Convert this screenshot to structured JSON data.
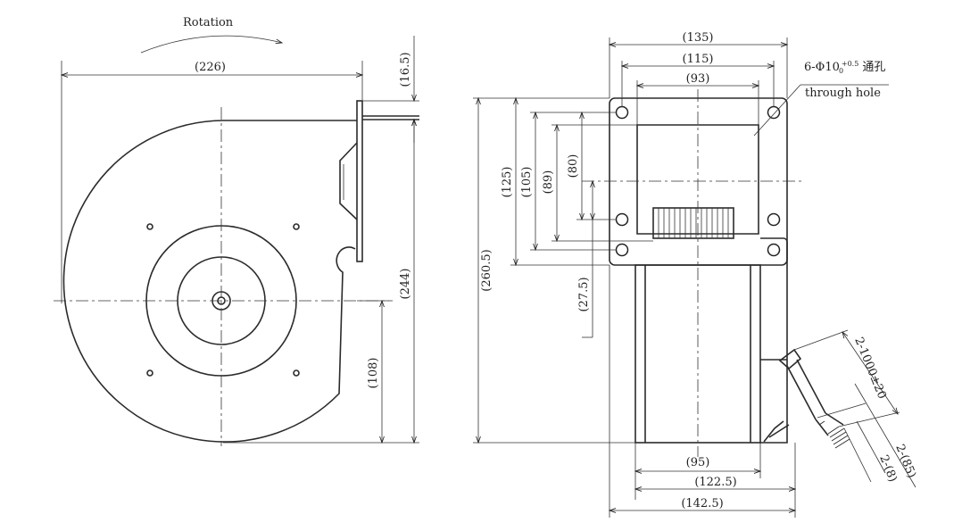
{
  "labels": {
    "rotation": "Rotation",
    "hole_spec_prefix": "6-Φ10",
    "hole_tol_plus": "+0.5",
    "hole_tol_minus": "0",
    "hole_spec_cn": "通孔",
    "hole_spec_en": "through hole"
  },
  "dimensions": {
    "width_226": "(226)",
    "height_16_5": "(16.5)",
    "height_244": "(244)",
    "height_108": "(108)",
    "width_135": "(135)",
    "width_115": "(115)",
    "width_93": "(93)",
    "height_260_5": "(260.5)",
    "height_125": "(125)",
    "height_105": "(105)",
    "height_89": "(89)",
    "height_80": "(80)",
    "height_27_5": "(27.5)",
    "width_95": "(95)",
    "width_122_5": "(122.5)",
    "width_142_5": "(142.5)",
    "lead_length": "2-1000±20",
    "lead_85": "2-(85)",
    "lead_8": "2-(8)"
  }
}
